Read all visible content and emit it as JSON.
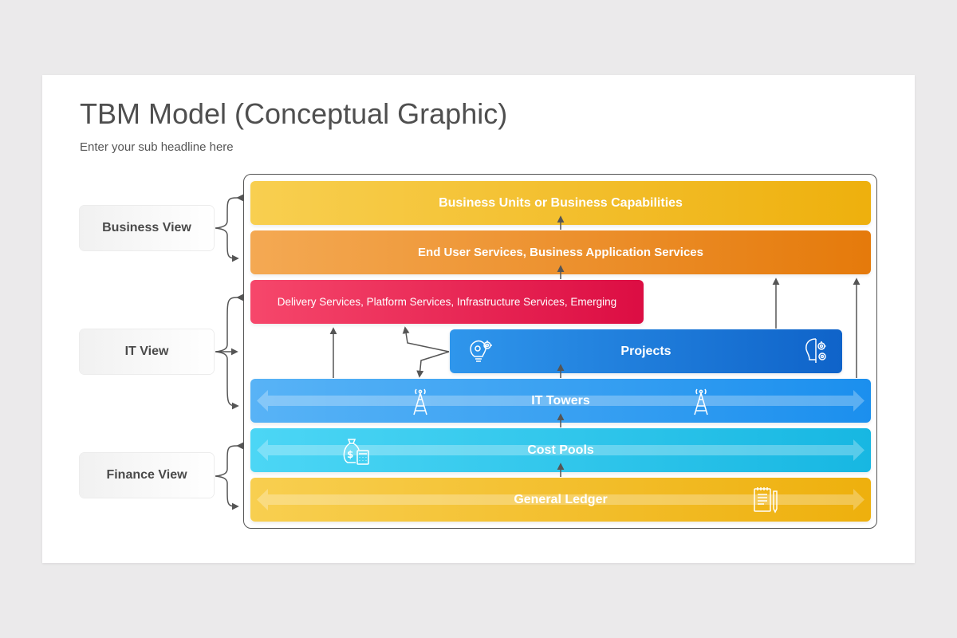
{
  "title": "TBM Model (Conceptual Graphic)",
  "subtitle": "Enter your sub headline here",
  "views": {
    "business": "Business View",
    "it": "IT View",
    "finance": "Finance View"
  },
  "layers": {
    "business_units": "Business Units or Business Capabilities",
    "end_user": "End User Services, Business Application Services",
    "delivery": "Delivery Services, Platform Services, Infrastructure Services, Emerging",
    "projects": "Projects",
    "it_towers": "IT Towers",
    "cost_pools": "Cost Pools",
    "general_ledger": "General Ledger"
  },
  "colors": {
    "yellow": "#eeb00d",
    "orange": "#e57a0b",
    "red": "#dc0d43",
    "blue": "#0f63c9",
    "light_blue": "#1b8fee",
    "cyan": "#17b7e2",
    "line": "#555555"
  },
  "icons": [
    "idea-gear-icon",
    "brain-gear-icon",
    "radio-tower-icon",
    "money-bag-calculator-icon",
    "document-ledger-icon"
  ]
}
